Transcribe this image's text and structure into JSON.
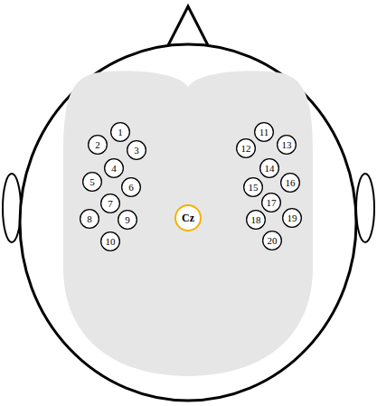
{
  "diagram": {
    "nodes": [
      {
        "text": [
          "1"
        ]
      },
      {
        "text": [
          "2"
        ]
      },
      {
        "text": [
          "3"
        ]
      },
      {
        "text": [
          "4"
        ]
      },
      {
        "text": [
          "5"
        ]
      },
      {
        "text": [
          "6"
        ]
      },
      {
        "text": [
          "7"
        ]
      },
      {
        "text": [
          "8"
        ]
      },
      {
        "text": [
          "9"
        ]
      },
      {
        "text": [
          "10"
        ]
      },
      {
        "text": [
          "11"
        ]
      },
      {
        "text": [
          "12"
        ]
      },
      {
        "text": [
          "13"
        ]
      },
      {
        "text": [
          "14"
        ]
      },
      {
        "text": [
          "15"
        ]
      },
      {
        "text": [
          "16"
        ]
      },
      {
        "text": [
          "17"
        ]
      },
      {
        "text": [
          "18"
        ]
      },
      {
        "text": [
          "19"
        ]
      },
      {
        "text": [
          "20"
        ]
      },
      {
        "text": [
          "Cz"
        ]
      }
    ]
  }
}
